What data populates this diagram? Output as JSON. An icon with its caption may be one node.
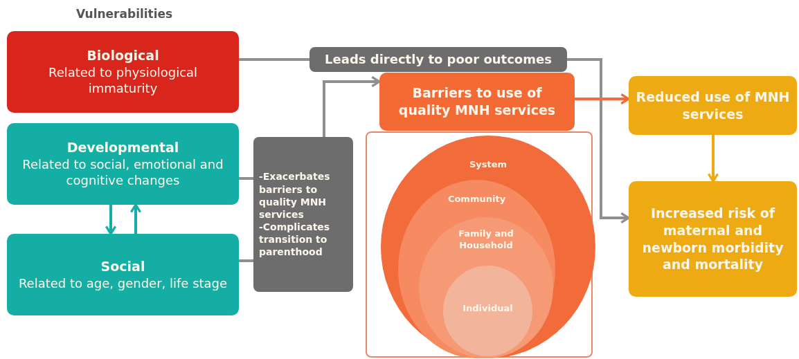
{
  "diagram": {
    "nodes": [
      {
        "text": [
          "Biological",
          "Related to physiological immaturity"
        ]
      },
      {
        "text": [
          "Developmental",
          "Related to social, emotional and cognitive changes"
        ]
      },
      {
        "text": [
          "Social",
          "Related to age, gender, life stage"
        ]
      },
      {
        "text": [
          "Leads directly to poor outcomes"
        ]
      },
      {
        "text": [
          "-Exacerbates barriers to quality MNH services",
          "-Complicates transition to parenthood"
        ]
      },
      {
        "text": [
          "Barriers to use of quality MNH services"
        ]
      },
      {
        "text": [],
        "shape": "box"
      },
      {
        "text": [
          "System"
        ],
        "in": 6
      },
      {
        "text": [
          "Community"
        ],
        "in": 7
      },
      {
        "text": [
          "Family and Household"
        ],
        "in": 8
      },
      {
        "text": [
          "Individual"
        ],
        "in": 9
      },
      {
        "text": [
          "Reduced use of MNH services"
        ]
      },
      {
        "text": [
          "Increased risk of maternal and newborn morbidity and mortality"
        ]
      }
    ],
    "edges": [
      {
        "from": 0,
        "to": 3,
        "arrow": "none"
      },
      {
        "from": 3,
        "to": 12,
        "arrow": "to"
      },
      {
        "from": 1,
        "to": 4,
        "arrow": "none"
      },
      {
        "from": 2,
        "to": 4,
        "arrow": "none"
      },
      {
        "from": 4,
        "to": 5,
        "arrow": "to"
      },
      {
        "from": 1,
        "to": 2,
        "arrow": "to",
        "color": "#14aea5"
      },
      {
        "from": 2,
        "to": 1,
        "arrow": "to",
        "color": "#14aea5"
      },
      {
        "from": 5,
        "to": 11,
        "arrow": "to",
        "color": "#f26b3a"
      },
      {
        "from": 11,
        "to": 12,
        "arrow": "to",
        "color": "#eeaa12"
      }
    ],
    "labels": [
      "Vulnerabilities"
    ]
  }
}
